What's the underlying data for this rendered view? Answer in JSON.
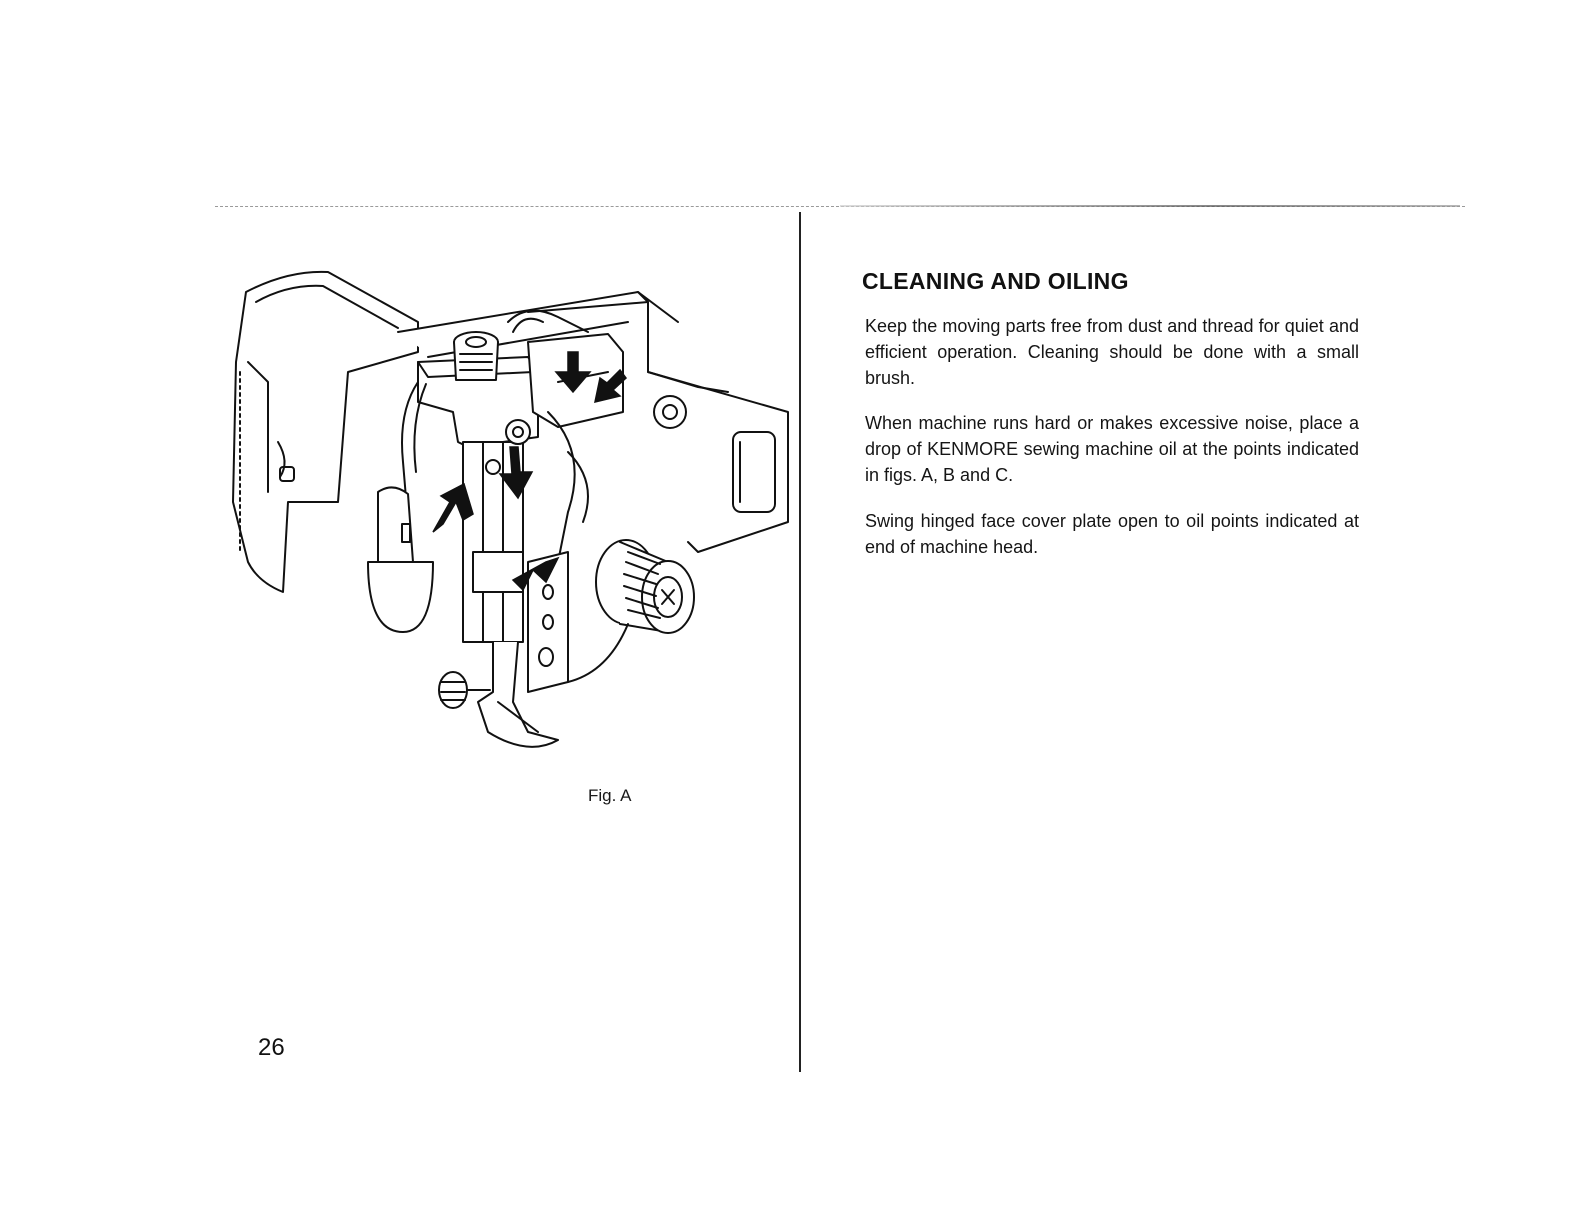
{
  "page": {
    "number": "26"
  },
  "figure": {
    "caption": "Fig. A",
    "icon": "sewing-machine-head-illustration"
  },
  "section": {
    "title": "CLEANING AND OILING",
    "paragraphs": [
      "Keep the moving parts free from dust and thread for quiet and efficient operation. Cleaning should be done with a small brush.",
      "When machine runs hard or makes excessive noise, place a drop of KENMORE sewing machine oil at the points indicated in figs. A, B and C.",
      "Swing hinged face cover plate open to oil points indicated at end of machine head."
    ]
  },
  "colors": {
    "ink": "#111111",
    "paper": "#ffffff"
  }
}
